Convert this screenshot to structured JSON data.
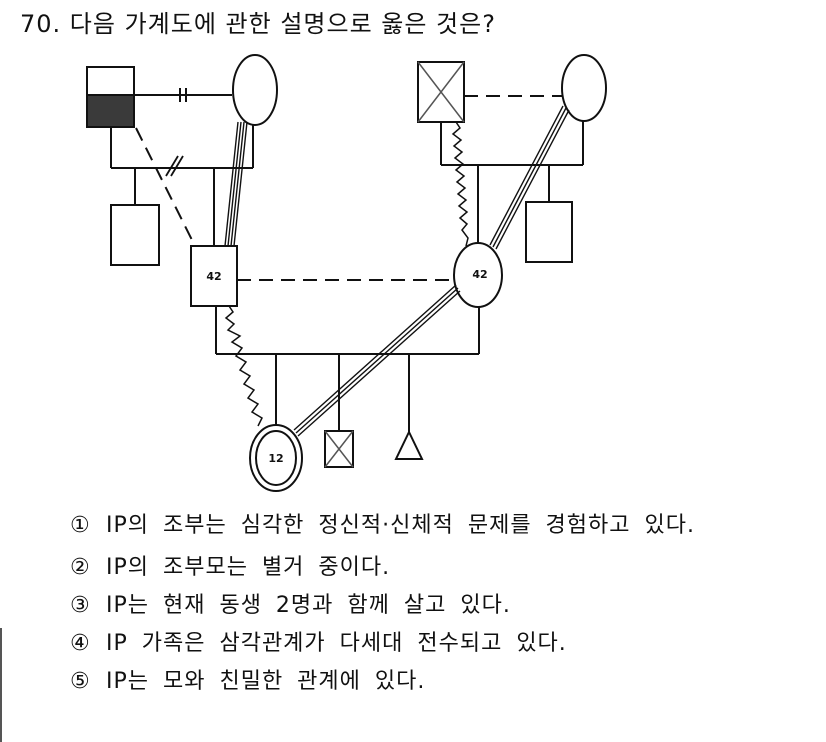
{
  "question": {
    "number": "70.",
    "title": "70. 다음 가계도에 관한 설명으로 옳은 것은?"
  },
  "genogram": {
    "paternal_grandfather": {
      "symbol": "square-half-filled",
      "meaning": "male, partially shaded (impairment)"
    },
    "paternal_grandmother": {
      "symbol": "circle"
    },
    "paternal_grandparents_relation": "separated (double slash on marriage line)",
    "paternal_uncle": {
      "symbol": "square"
    },
    "father": {
      "symbol": "square",
      "age": "42"
    },
    "maternal_grandfather": {
      "symbol": "square-crossed",
      "meaning": "deceased"
    },
    "maternal_grandmother": {
      "symbol": "circle"
    },
    "maternal_uncle": {
      "symbol": "square"
    },
    "mother": {
      "symbol": "circle",
      "age": "42"
    },
    "ip": {
      "symbol": "double-circle",
      "age": "12",
      "meaning": "identified patient, female"
    },
    "sibling_deceased": {
      "symbol": "square-crossed"
    },
    "sibling_pregnancy": {
      "symbol": "triangle"
    },
    "relationships": [
      {
        "from": "paternal_grandfather",
        "to": "paternal_grandmother",
        "type": "separated"
      },
      {
        "from": "paternal_grandfather",
        "to": "paternal_grandmother",
        "type": "divorced-slash"
      },
      {
        "from": "paternal_grandmother",
        "to": "father",
        "type": "fused (quadruple line)"
      },
      {
        "from": "paternal_grandfather",
        "to": "father",
        "type": "distant (dashed)"
      },
      {
        "from": "maternal_grandfather",
        "to": "maternal_grandmother",
        "type": "distant (dashed)"
      },
      {
        "from": "maternal_grandfather",
        "to": "mother",
        "type": "conflict (zigzag)"
      },
      {
        "from": "maternal_grandmother",
        "to": "mother",
        "type": "close (triple line)"
      },
      {
        "from": "father",
        "to": "mother",
        "type": "distant (dashed)"
      },
      {
        "from": "father",
        "to": "ip",
        "type": "conflict (zigzag)"
      },
      {
        "from": "mother",
        "to": "ip",
        "type": "close (triple line)"
      }
    ]
  },
  "options": [
    {
      "num": "①",
      "text": "IP의 조부는 심각한 정신적·신체적 문제를 경험하고 있다."
    },
    {
      "num": "②",
      "text": "IP의 조부모는 별거 중이다."
    },
    {
      "num": "③",
      "text": "IP는 현재 동생 2명과 함께 살고 있다."
    },
    {
      "num": "④",
      "text": "IP 가족은 삼각관계가 다세대 전수되고 있다."
    },
    {
      "num": "⑤",
      "text": "IP는 모와 친밀한 관계에 있다."
    }
  ],
  "colors": {
    "line": "#111111",
    "shade": "#3a3a3a",
    "cross": "#555555",
    "margin_line": "#555555"
  }
}
